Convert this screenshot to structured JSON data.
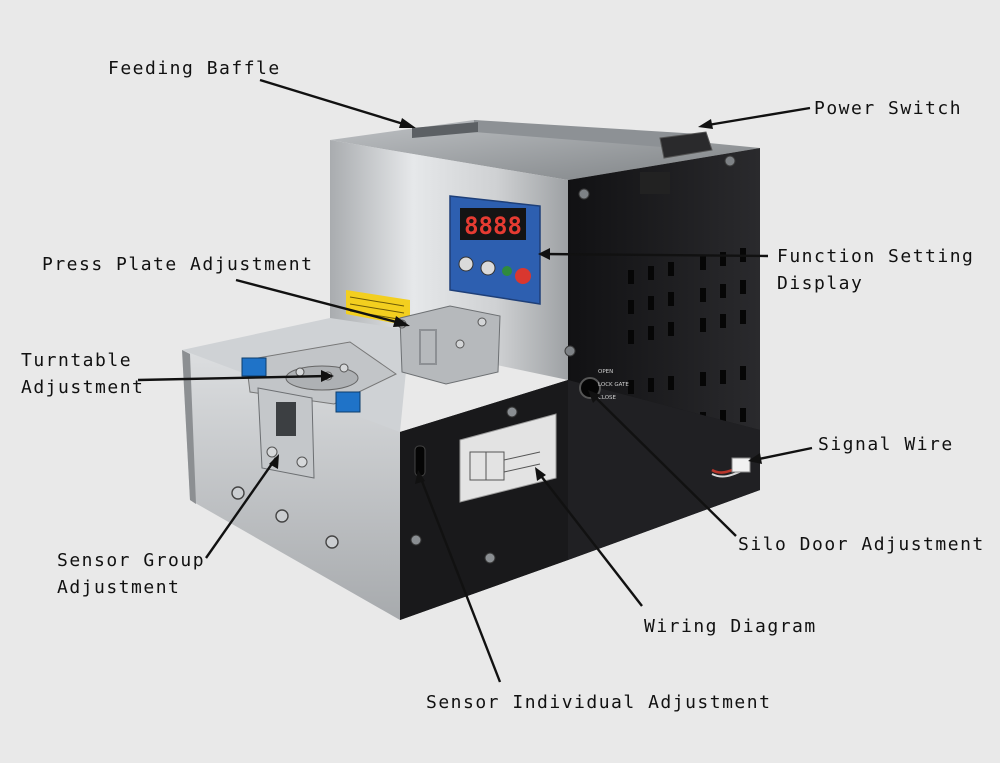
{
  "annotations": {
    "feeding_baffle": "Feeding Baffle",
    "power_switch": "Power Switch",
    "function_setting_display": [
      "Function Setting",
      "Display"
    ],
    "press_plate_adjustment": "Press Plate Adjustment",
    "turntable_adjustment": [
      "Turntable",
      "Adjustment"
    ],
    "signal_wire": "Signal Wire",
    "silo_door_adjustment": "Silo Door Adjustment",
    "sensor_group_adjustment": [
      "Sensor Group",
      "Adjustment"
    ],
    "wiring_diagram": "Wiring Diagram",
    "sensor_individual_adjustment": "Sensor Individual Adjustment"
  },
  "machine": {
    "display_digits": "8888",
    "door_labels": [
      "OPEN",
      "LOCK GATE",
      "CLOSE"
    ]
  },
  "colors": {
    "background": "#e9e9e9",
    "steel": "#c9cbcd",
    "black_panel": "#1c1c1e",
    "display_panel": "#2d5fb0",
    "led_red": "#d9372f",
    "key_blue": "#1f73c8",
    "warning_yellow": "#f3cf1f"
  }
}
